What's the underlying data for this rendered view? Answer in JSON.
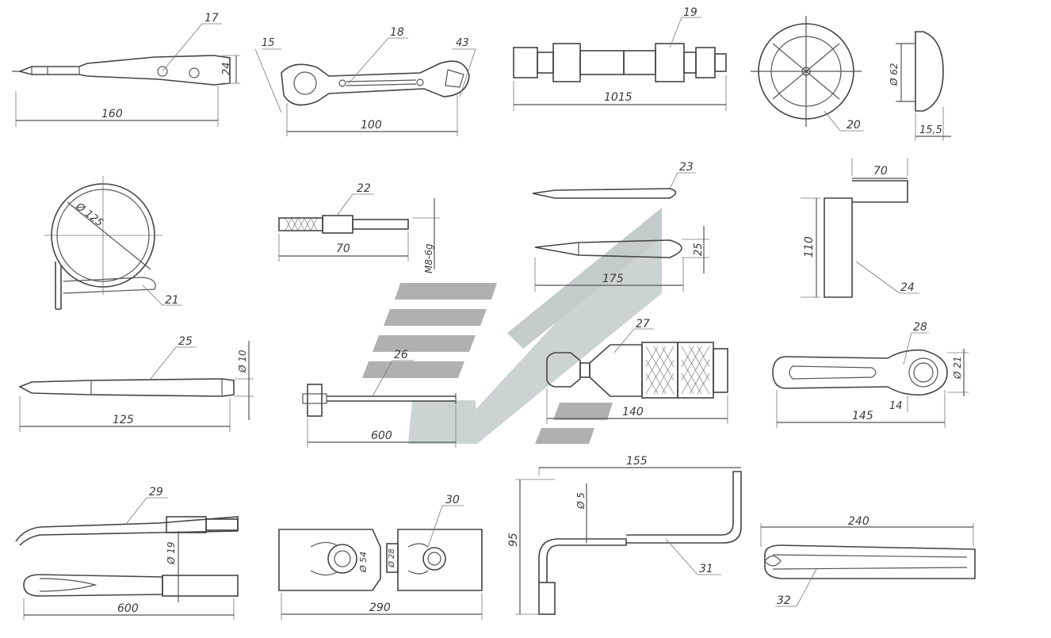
{
  "watermark_colors": {
    "bars": "#9e9e9e",
    "chevron": "#a9b4b4"
  },
  "tools": [
    {
      "id": "17",
      "labels": {
        "callout": "17",
        "length": "160",
        "height": "24"
      }
    },
    {
      "id": "18",
      "labels": {
        "callout_left": "15",
        "callout": "18",
        "callout_right": "43",
        "length": "100"
      }
    },
    {
      "id": "19",
      "labels": {
        "callout": "19",
        "length": "1015"
      }
    },
    {
      "id": "20",
      "labels": {
        "callout": "20",
        "diameter": "Ø 62",
        "width": "15,5"
      }
    },
    {
      "id": "21",
      "labels": {
        "callout": "21",
        "diameter": "Ø 125"
      }
    },
    {
      "id": "22",
      "labels": {
        "callout": "22",
        "length": "70",
        "thread": "M8-6g"
      }
    },
    {
      "id": "23",
      "labels": {
        "callout": "23",
        "length": "175",
        "diameter": "25"
      }
    },
    {
      "id": "24",
      "labels": {
        "callout": "24",
        "width": "70",
        "height": "110"
      }
    },
    {
      "id": "25",
      "labels": {
        "callout": "25",
        "length": "125",
        "diameter": "Ø 10"
      }
    },
    {
      "id": "26",
      "labels": {
        "callout": "26",
        "length": "600"
      }
    },
    {
      "id": "27",
      "labels": {
        "callout": "27",
        "length": "140"
      }
    },
    {
      "id": "28",
      "labels": {
        "callout": "28",
        "length": "145",
        "inner": "14",
        "diameter": "Ø 21"
      }
    },
    {
      "id": "29",
      "labels": {
        "callout": "29",
        "length": "600",
        "diameter": "Ø 19"
      }
    },
    {
      "id": "30",
      "labels": {
        "callout": "30",
        "length": "290",
        "size1": "Ø 54",
        "size2": "Ø 28"
      }
    },
    {
      "id": "31",
      "labels": {
        "callout": "31",
        "length": "155",
        "height": "95",
        "diameter": "Ø 5"
      }
    },
    {
      "id": "32",
      "labels": {
        "callout": "32",
        "length": "240"
      }
    }
  ]
}
